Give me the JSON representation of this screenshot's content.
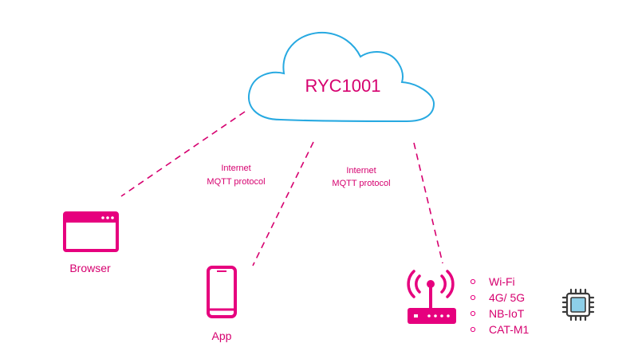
{
  "colors": {
    "accent": "#e6007e",
    "cloud_outline": "#27a9e1",
    "chip_fill": "#8dcfe8",
    "chip_outline": "#3a3a3a",
    "background": "#ffffff",
    "bullet": "#e6007e"
  },
  "cloud": {
    "label": "RYC1001"
  },
  "links": [
    {
      "line1": "Internet",
      "line2": "MQTT protocol"
    },
    {
      "line1": "Internet",
      "line2": "MQTT protocol"
    }
  ],
  "devices": {
    "browser": {
      "label": "Browser",
      "icon": "browser-window-icon"
    },
    "app": {
      "label": "App",
      "icon": "smartphone-icon"
    },
    "router": {
      "icon": "wireless-router-icon"
    },
    "chip": {
      "icon": "microchip-icon"
    }
  },
  "connectivity": [
    "Wi-Fi",
    "4G/ 5G",
    "NB-IoT",
    "CAT-M1"
  ]
}
